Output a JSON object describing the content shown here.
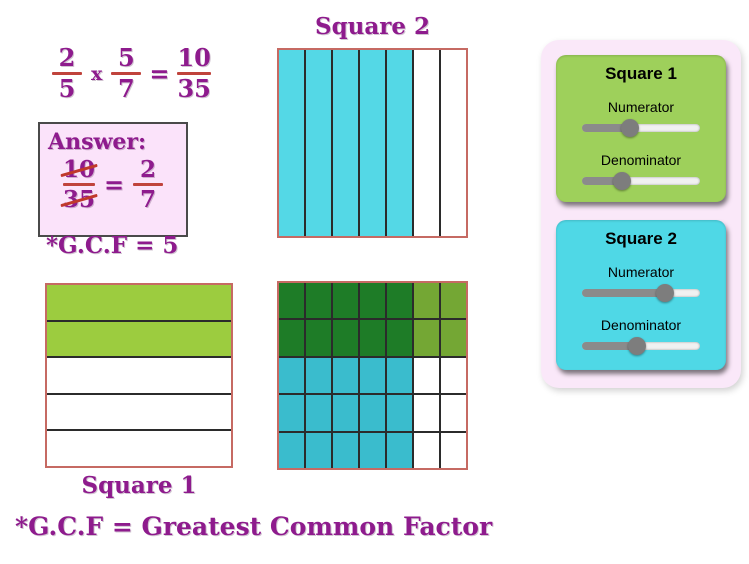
{
  "equation": {
    "fraction1": {
      "numerator": "2",
      "denominator": "5"
    },
    "operator": "x",
    "fraction2": {
      "numerator": "5",
      "denominator": "7"
    },
    "equals": "=",
    "result": {
      "numerator": "10",
      "denominator": "35"
    }
  },
  "answer_box": {
    "title": "Answer:",
    "original": {
      "numerator": "10",
      "denominator": "35"
    },
    "equals": "=",
    "simplified": {
      "numerator": "2",
      "denominator": "7"
    }
  },
  "gcf_note": "*G.C.F = 5",
  "footer_note": "*G.C.F = Greatest Common Factor",
  "square2_diagram": {
    "title": "Square 2",
    "grid": {
      "cols": 7,
      "rows": 1,
      "filled_cols": 5,
      "fill_color": "#54d8e6",
      "empty_color": "#ffffff"
    }
  },
  "square1_diagram": {
    "label": "Square 1",
    "grid": {
      "cols": 1,
      "rows": 5,
      "filled_rows": 2,
      "fill_color": "#9ccc3f",
      "empty_color": "#ffffff"
    }
  },
  "overlap_diagram": {
    "grid": {
      "cols": 7,
      "rows": 5,
      "filled_cols": 5,
      "filled_rows": 2,
      "overlap_color": "#1e7c27",
      "row_color": "#74a734",
      "col_color": "#3abccd",
      "empty_color": "#ffffff"
    }
  },
  "control_panel": {
    "cards": [
      {
        "title": "Square 1",
        "bg": "#9ed05b",
        "sliders": [
          {
            "label": "Numerator",
            "percent": 41
          },
          {
            "label": "Denominator",
            "percent": 34
          }
        ]
      },
      {
        "title": "Square 2",
        "bg": "#4fd8e6",
        "sliders": [
          {
            "label": "Numerator",
            "percent": 70
          },
          {
            "label": "Denominator",
            "percent": 47
          }
        ]
      }
    ]
  },
  "colors": {
    "text_purple": "#8e1b8d",
    "fraction_bar_red": "#c0433c",
    "square_border": "#c66a63",
    "answer_box_bg": "#fbe3fa",
    "panel_bg": "#fae8f9"
  }
}
